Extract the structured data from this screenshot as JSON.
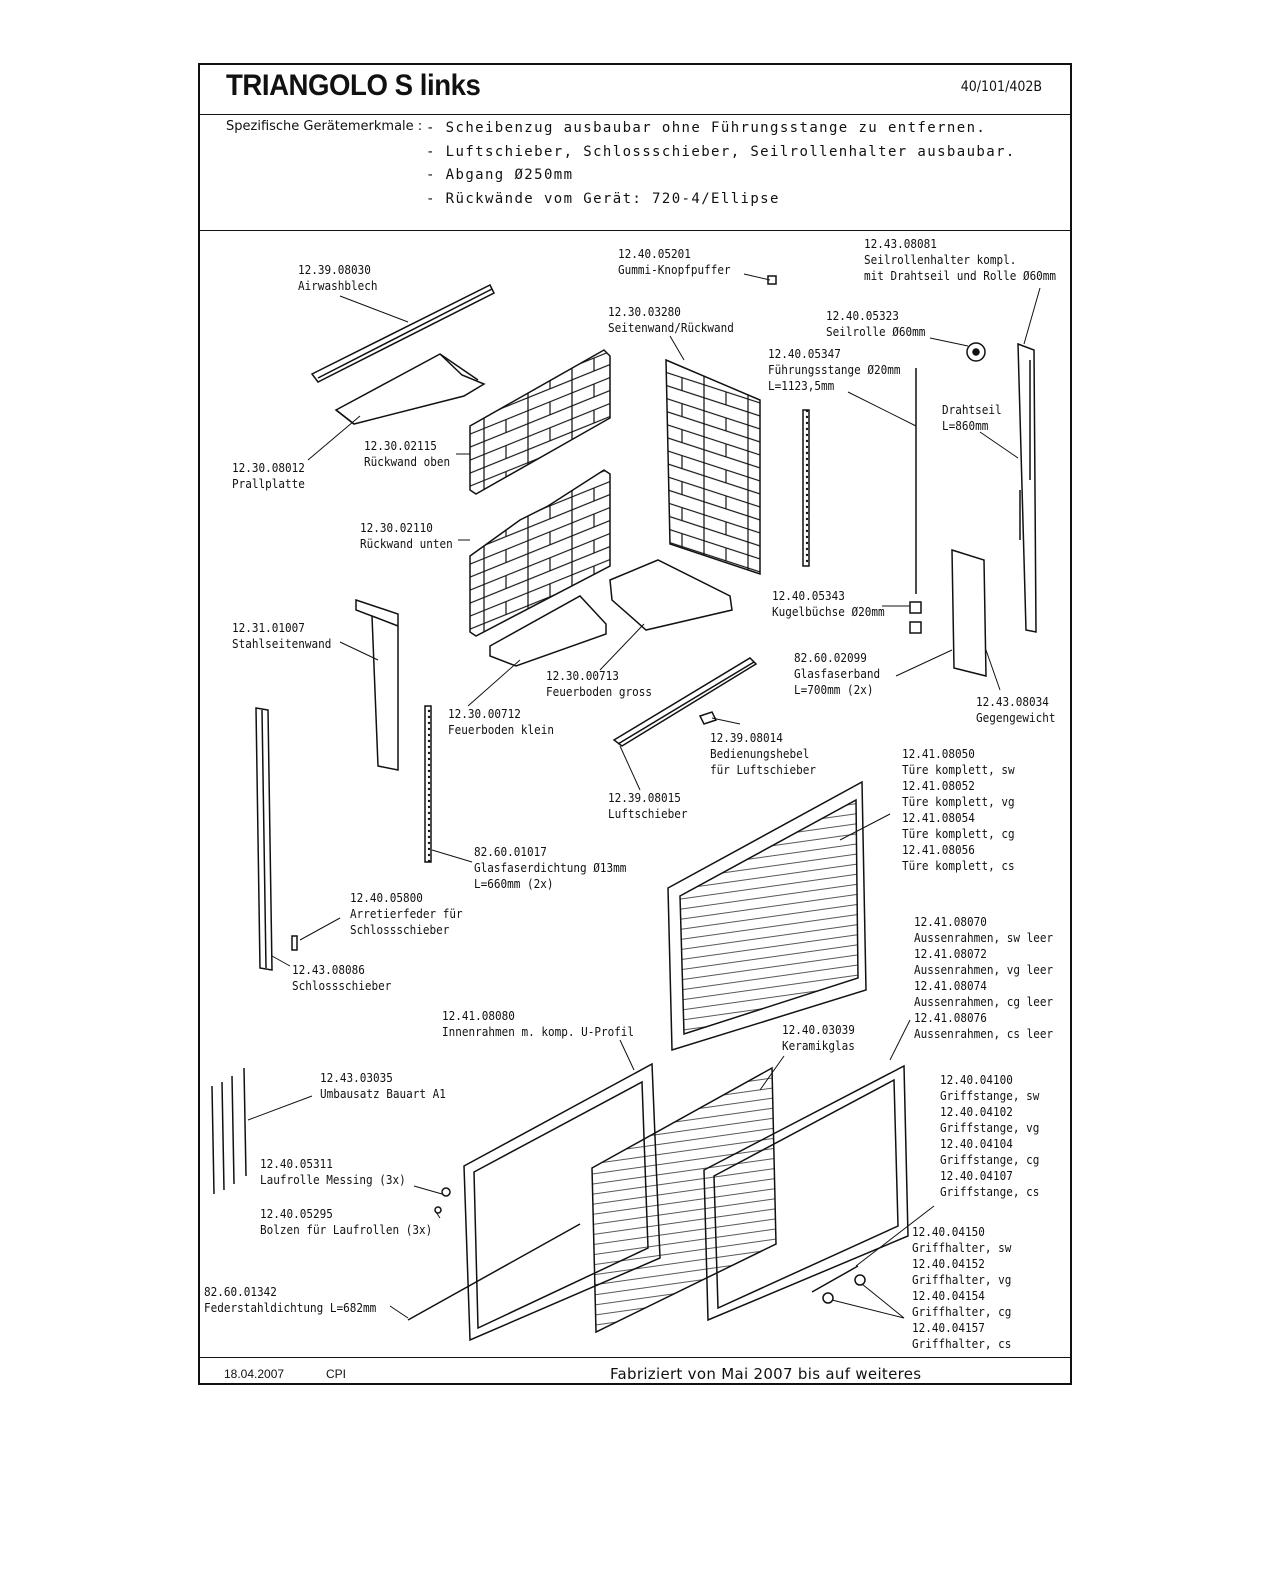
{
  "header": {
    "title": "TRIANGOLO S links",
    "doc_number": "40/101/402B",
    "spec_label": "Spezifische Gerätemerkmale :",
    "spec_lines": [
      "- Scheibenzug ausbaubar ohne Führungsstange zu entfernen.",
      "- Luftschieber, Schlossschieber, Seilrollenhalter ausbaubar.",
      "- Abgang Ø250mm",
      "- Rückwände vom Gerät: 720-4/Ellipse"
    ]
  },
  "parts": [
    {
      "id": "airwashblech",
      "lines": [
        "12.39.08030",
        "Airwashblech"
      ]
    },
    {
      "id": "gummi-knopfpuffer",
      "lines": [
        "12.40.05201",
        "Gummi-Knopfpuffer"
      ]
    },
    {
      "id": "seilrollenhalter",
      "lines": [
        "12.43.08081",
        "Seilrollenhalter kompl.",
        "mit Drahtseil und Rolle Ø60mm"
      ]
    },
    {
      "id": "seitenwand-rueckwand",
      "lines": [
        "12.30.03280",
        "Seitenwand/Rückwand"
      ]
    },
    {
      "id": "seilrolle",
      "lines": [
        "12.40.05323",
        "Seilrolle Ø60mm"
      ]
    },
    {
      "id": "fuehrungsstange",
      "lines": [
        "12.40.05347",
        "Führungsstange Ø20mm",
        "L=1123,5mm"
      ]
    },
    {
      "id": "drahtseil",
      "lines": [
        "Drahtseil",
        "L=860mm"
      ]
    },
    {
      "id": "rueckwand-oben",
      "lines": [
        "12.30.02115",
        "Rückwand oben"
      ]
    },
    {
      "id": "prallplatte",
      "lines": [
        "12.30.08012",
        "Prallplatte"
      ]
    },
    {
      "id": "rueckwand-unten",
      "lines": [
        "12.30.02110",
        "Rückwand unten"
      ]
    },
    {
      "id": "kugelbuechse",
      "lines": [
        "12.40.05343",
        "Kugelbüchse Ø20mm"
      ]
    },
    {
      "id": "stahlseitenwand",
      "lines": [
        "12.31.01007",
        "Stahlseitenwand"
      ]
    },
    {
      "id": "glasfaserband",
      "lines": [
        "82.60.02099",
        "Glasfaserband",
        "L=700mm (2x)"
      ]
    },
    {
      "id": "feuerboden-gross",
      "lines": [
        "12.30.00713",
        "Feuerboden gross"
      ]
    },
    {
      "id": "gegengewicht",
      "lines": [
        "12.43.08034",
        "Gegengewicht"
      ]
    },
    {
      "id": "feuerboden-klein",
      "lines": [
        "12.30.00712",
        "Feuerboden klein"
      ]
    },
    {
      "id": "bedienungshebel",
      "lines": [
        "12.39.08014",
        "Bedienungshebel",
        "für Luftschieber"
      ]
    },
    {
      "id": "tuere",
      "lines": [
        "12.41.08050",
        "Türe komplett, sw",
        "12.41.08052",
        "Türe komplett, vg",
        "12.41.08054",
        "Türe komplett, cg",
        "12.41.08056",
        "Türe komplett, cs"
      ]
    },
    {
      "id": "luftschieber",
      "lines": [
        "12.39.08015",
        "Luftschieber"
      ]
    },
    {
      "id": "glasfaserdichtung",
      "lines": [
        "82.60.01017",
        "Glasfaserdichtung Ø13mm",
        "L=660mm (2x)"
      ]
    },
    {
      "id": "arretierfeder",
      "lines": [
        "12.40.05800",
        "Arretierfeder für",
        "Schlossschieber"
      ]
    },
    {
      "id": "aussenrahmen",
      "lines": [
        "12.41.08070",
        "Aussenrahmen, sw leer",
        "12.41.08072",
        "Aussenrahmen, vg leer",
        "12.41.08074",
        "Aussenrahmen, cg leer",
        "12.41.08076",
        "Aussenrahmen, cs leer"
      ]
    },
    {
      "id": "schlossschieber",
      "lines": [
        "12.43.08086",
        "Schlossschieber"
      ]
    },
    {
      "id": "innenrahmen",
      "lines": [
        "12.41.08080",
        "Innenrahmen m. komp. U-Profil"
      ]
    },
    {
      "id": "keramikglas",
      "lines": [
        "12.40.03039",
        "Keramikglas"
      ]
    },
    {
      "id": "umbausatz",
      "lines": [
        "12.43.03035",
        "Umbausatz Bauart A1"
      ]
    },
    {
      "id": "griffstange",
      "lines": [
        "12.40.04100",
        "Griffstange, sw",
        "12.40.04102",
        "Griffstange, vg",
        "12.40.04104",
        "Griffstange, cg",
        "12.40.04107",
        "Griffstange, cs"
      ]
    },
    {
      "id": "laufrolle",
      "lines": [
        "12.40.05311",
        "Laufrolle Messing (3x)"
      ]
    },
    {
      "id": "bolzen",
      "lines": [
        "12.40.05295",
        "Bolzen für Laufrollen (3x)"
      ]
    },
    {
      "id": "griffhalter",
      "lines": [
        "12.40.04150",
        "Griffhalter, sw",
        "12.40.04152",
        "Griffhalter, vg",
        "12.40.04154",
        "Griffhalter, cg",
        "12.40.04157",
        "Griffhalter, cs"
      ]
    },
    {
      "id": "federstahldichtung",
      "lines": [
        "82.60.01342",
        "Federstahldichtung L=682mm"
      ]
    }
  ],
  "footer": {
    "date": "18.04.2007",
    "author": "CPI",
    "note": "Fabriziert von Mai 2007 bis auf weiteres"
  }
}
